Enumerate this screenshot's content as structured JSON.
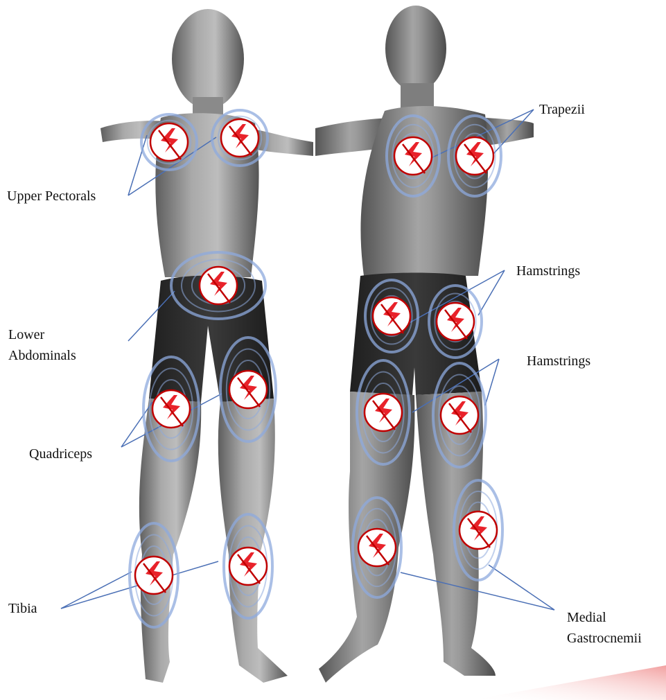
{
  "labels": {
    "upper_pectorals": "Upper Pectorals",
    "lower_abdominals_line1": "Lower",
    "lower_abdominals_line2": "Abdominals",
    "quadriceps": "Quadriceps",
    "tibia": "Tibia",
    "trapezii": "Trapezii",
    "hamstrings_upper": "Hamstrings",
    "hamstrings_lower": "Hamstrings",
    "medial_gastrocnemii_line1": "Medial",
    "medial_gastrocnemii_line2": "Gastrocnemii"
  },
  "colors": {
    "leader_line": "#4a6fb5",
    "ring": "#8ea9dd",
    "electrode_border": "#c00000",
    "bolt": "#e8222a",
    "body_skin": "#8c8c8c",
    "shorts": "#2a2a2a",
    "corner_accent": "#f2a0a0"
  },
  "icons": {
    "electrode": "lightning-bolt-icon"
  }
}
